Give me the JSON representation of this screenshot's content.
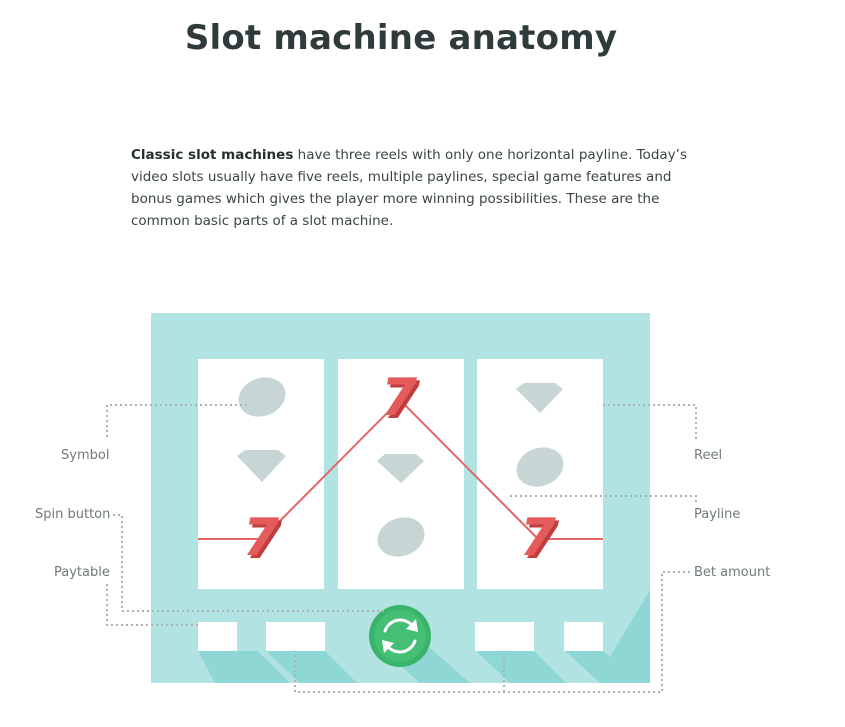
{
  "title": "Slot machine anatomy",
  "intro": {
    "bold_lead": "Classic slot machines",
    "rest": " have three reels with only one horizontal payline. Today’s video slots usually have five reels, multiple paylines, special game features and bonus games which gives the player more winning possibilities. These are the common basic parts of a slot machine."
  },
  "labels": {
    "symbol": "Symbol",
    "spin_button": "Spin button",
    "paytable": "Paytable",
    "reel": "Reel",
    "payline": "Payline",
    "bet_amount": "Bet amount"
  },
  "symbols": {
    "seven": "7"
  },
  "colors": {
    "cabinet": "#b1e3e2",
    "cabinet_shadow": "#8fd7d4",
    "reel": "#ffffff",
    "payline": "#e46565",
    "seven": "#e55b5b",
    "seven_shadow": "#c03e3e",
    "gem": "#c7d6d4",
    "spin_button": "#3ab36b",
    "leader_dots": "#a9b3b3"
  }
}
